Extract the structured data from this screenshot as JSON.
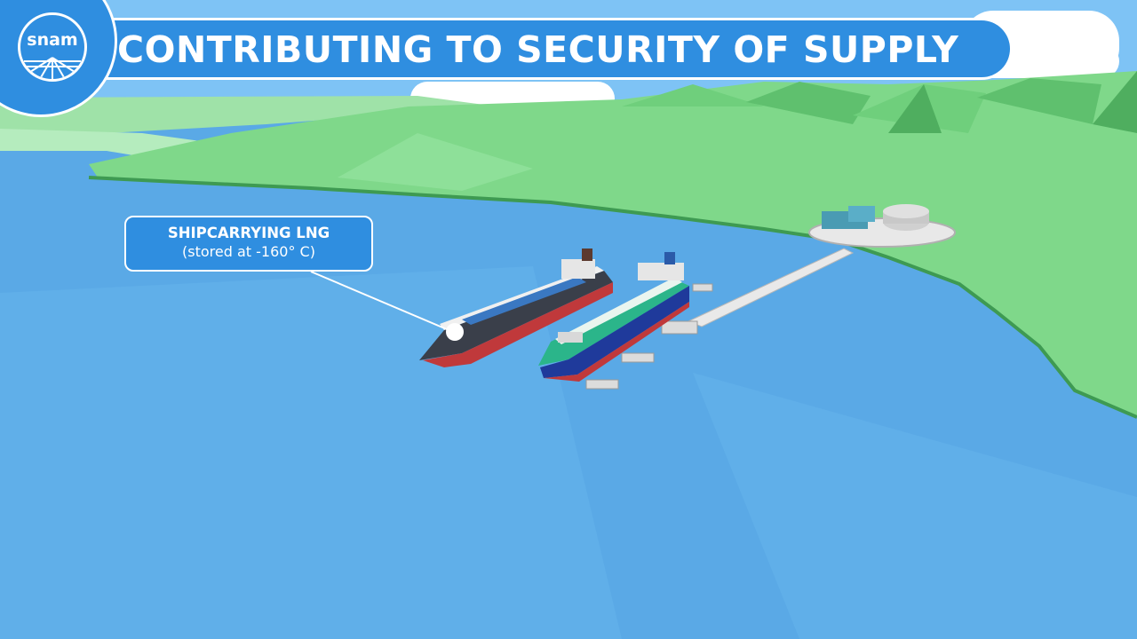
{
  "header": {
    "title": "CONTRIBUTING TO SECURITY OF SUPPLY"
  },
  "logo": {
    "wordmark": "snam"
  },
  "callout": {
    "title": "SHIPCARRYING LNG",
    "subtitle": "(stored at -160° C)"
  },
  "colors": {
    "banner": "#2f8ee0",
    "sea": "#5aa9e6",
    "land": "#7fd88a",
    "sky": "#7ec3f5"
  }
}
